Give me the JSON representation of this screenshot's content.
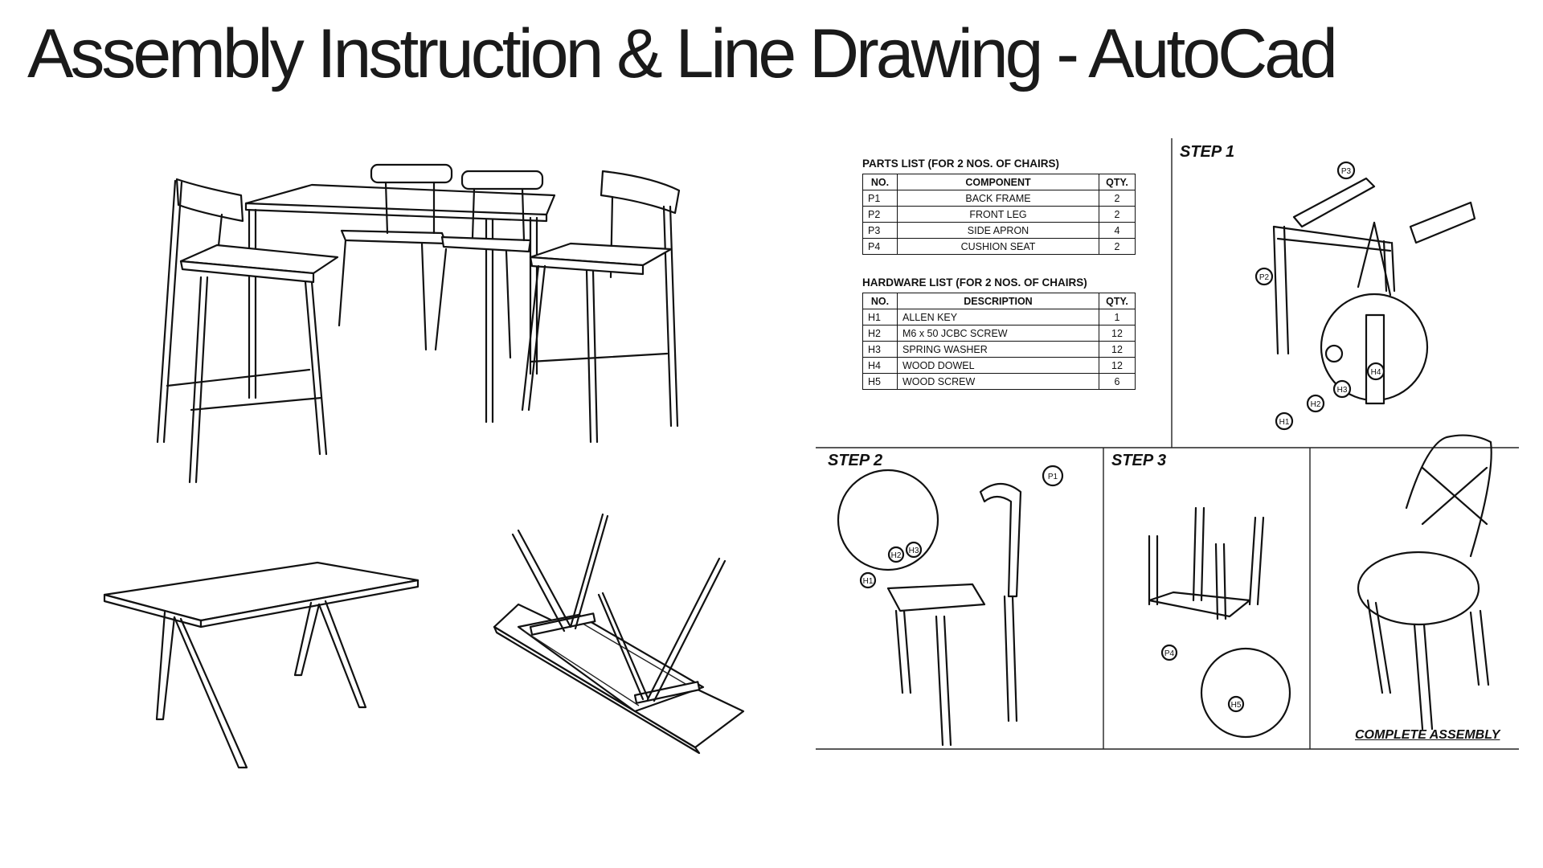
{
  "title": "Assembly Instruction & Line Drawing  -  AutoCad",
  "parts_list": {
    "title": "PARTS LIST (FOR 2 NOS. OF CHAIRS)",
    "headers": [
      "NO.",
      "COMPONENT",
      "QTY."
    ],
    "rows": [
      [
        "P1",
        "BACK FRAME",
        "2"
      ],
      [
        "P2",
        "FRONT  LEG",
        "2"
      ],
      [
        "P3",
        "SIDE APRON",
        "4"
      ],
      [
        "P4",
        "CUSHION SEAT",
        "2"
      ]
    ]
  },
  "hardware_list": {
    "title": "HARDWARE LIST (FOR 2 NOS. OF CHAIRS)",
    "headers": [
      "NO.",
      "DESCRIPTION",
      "QTY."
    ],
    "rows": [
      [
        "H1",
        "ALLEN KEY",
        "1"
      ],
      [
        "H2",
        "M6 x 50 JCBC SCREW",
        "12"
      ],
      [
        "H3",
        "SPRING WASHER",
        "12"
      ],
      [
        "H4",
        "WOOD DOWEL",
        "12"
      ],
      [
        "H5",
        "WOOD SCREW",
        "6"
      ]
    ]
  },
  "steps": {
    "step1": "STEP 1",
    "step2": "STEP 2",
    "step3": "STEP 3",
    "complete": "COMPLETE ASSEMBLY"
  },
  "callouts": {
    "p1": "P1",
    "p2": "P2",
    "p3": "P3",
    "p4": "P4",
    "h1": "H1",
    "h2": "H2",
    "h3": "H3",
    "h4": "H4",
    "h5": "H5"
  }
}
